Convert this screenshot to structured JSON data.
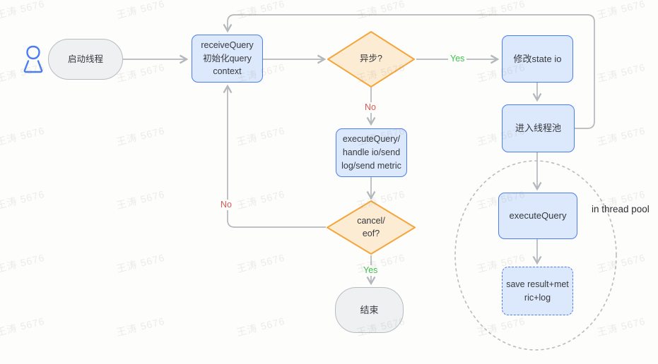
{
  "watermark": {
    "text": "王涛 5676"
  },
  "colors": {
    "accent-blue": "#4a7df2",
    "blue-fill": "#dce8fb",
    "accent-orange": "#f4a63d",
    "orange-fill": "#fcecd4",
    "gray-fill": "#eef0f2",
    "gray-border": "#b7bcc2",
    "line-gray": "#b4b8bc",
    "yes-green": "#3ec24d",
    "no-red": "#e25555",
    "text-dark": "#36393d",
    "canvas-bg": "#fdfdfb"
  },
  "nodes": {
    "start": {
      "label": "启动线程"
    },
    "receive": {
      "label": "receiveQuery\n初始化query\ncontext"
    },
    "async_decision": {
      "label": "异步?"
    },
    "modify_state": {
      "label": "修改state io"
    },
    "enter_pool": {
      "label": "进入线程池"
    },
    "execute_handle": {
      "label": "executeQuery/\nhandle io/send\nlog/send metric"
    },
    "cancel_decision": {
      "label": "cancel/\neof?"
    },
    "end": {
      "label": "结束"
    },
    "execute_query": {
      "label": "executeQuery"
    },
    "save_result": {
      "label": "save result+met\nric+log"
    }
  },
  "edges": {
    "async_yes": "Yes",
    "async_no": "No",
    "cancel_yes": "Yes",
    "cancel_no": "No"
  },
  "annotations": {
    "thread_pool": "in thread pool"
  }
}
